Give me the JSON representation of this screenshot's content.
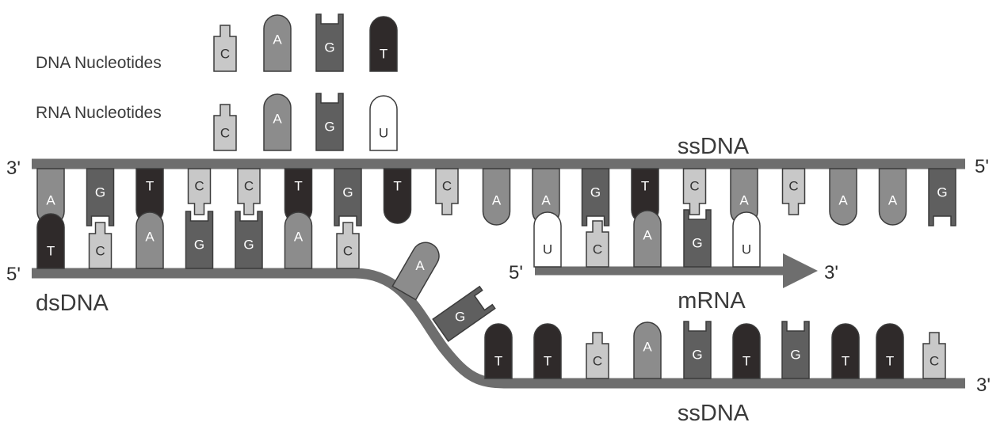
{
  "legend": {
    "dna_label": "DNA Nucleotides",
    "rna_label": "RNA Nucleotides",
    "dna": [
      "C",
      "A",
      "G",
      "T"
    ],
    "rna": [
      "C",
      "A",
      "G",
      "U"
    ]
  },
  "strand_labels": {
    "top_ssdna": "ssDNA",
    "bottom_ssdna": "ssDNA",
    "dsdna": "dsDNA",
    "mrna": "mRNA"
  },
  "end_labels": {
    "top_left": "3'",
    "top_right": "5'",
    "bottom_left": "5'",
    "bottom_right": "3'",
    "mrna_left": "5'",
    "mrna_right": "3'"
  },
  "template_strand": [
    "A",
    "G",
    "T",
    "C",
    "C",
    "T",
    "G",
    "T",
    "C",
    "A",
    "A",
    "G",
    "T",
    "C",
    "A",
    "C",
    "A",
    "A",
    "G"
  ],
  "coding_dsdna": [
    "T",
    "C",
    "A",
    "G",
    "G",
    "A",
    "C"
  ],
  "coding_peeling": [
    "A",
    "G"
  ],
  "coding_lower": [
    "T",
    "T",
    "C",
    "A",
    "G",
    "T",
    "G",
    "T",
    "T",
    "C"
  ],
  "mrna": [
    "U",
    "C",
    "A",
    "G",
    "U"
  ],
  "colors": {
    "backbone": "#6e6e6e",
    "A": "#8c8c8c",
    "G": "#5f5f5f",
    "C": "#c8c8c8",
    "T": "#2f2a2a",
    "U": "#ffffff",
    "outline": "#3c3c3c"
  }
}
